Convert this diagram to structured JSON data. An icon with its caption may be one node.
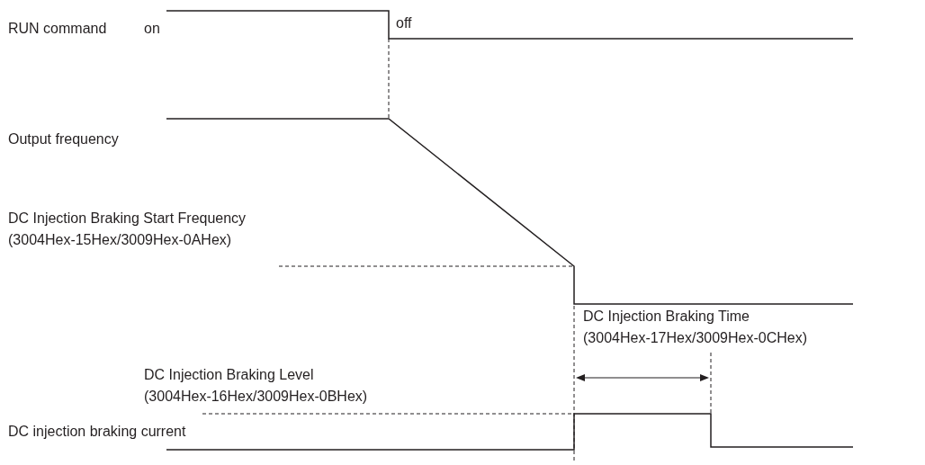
{
  "diagram": {
    "labels": [
      "RUN command",
      "on",
      "off",
      "Output frequency",
      "DC Injection Braking Start Frequency (3004Hex-15Hex/3009Hex-0AHex)",
      "DC Injection Braking Time (3004Hex-17Hex/3009Hex-0CHex)",
      "DC Injection Braking Level (3004Hex-16Hex/3009Hex-0BHex)",
      "DC injection braking current"
    ]
  }
}
